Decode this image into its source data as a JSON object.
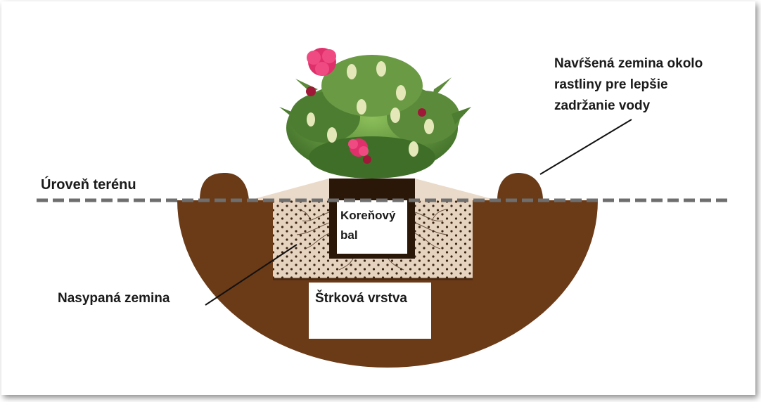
{
  "diagram": {
    "labels": {
      "ground_level": "Úroveň terénu",
      "mound": [
        "Navŕšená zemina okolo",
        "rastliny pre lepšie",
        "zadržanie vody"
      ],
      "root_ball": [
        "Koreňový",
        "bal"
      ],
      "backfill": "Nasypaná zemina",
      "gravel": "Štrková vrstva"
    },
    "colors": {
      "soil": "#6b3a17",
      "backfill": "#e6d3bf",
      "root_ball_frame": "#2a1708",
      "gravel_box": "#ffffff",
      "dashed_line": "#6e6e6e",
      "leaves": "#5b8a3a",
      "flowers": "#e0306c"
    }
  }
}
